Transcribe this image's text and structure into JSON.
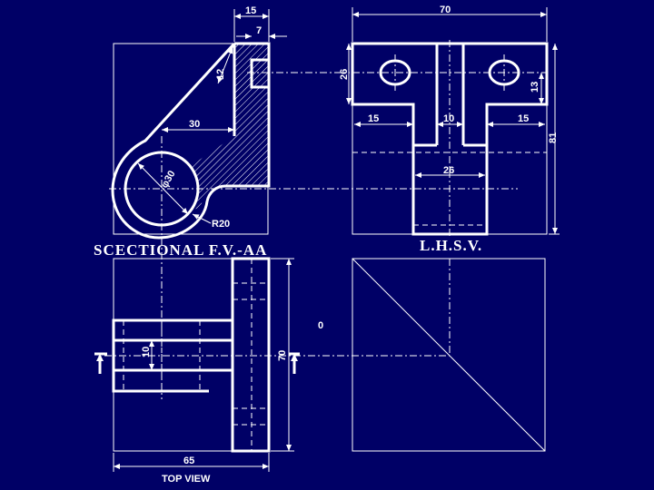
{
  "colors": {
    "background": "#000066",
    "lines": "#ffffff"
  },
  "labels": {
    "front_title": "SCECTIONAL F.V.-AA",
    "side_title": "L.H.S.V.",
    "top_title": "TOP VIEW",
    "origin": "0"
  },
  "dimensions": {
    "d15_top": "15",
    "d7": "7",
    "d12": "12",
    "d30": "30",
    "d_dia": "φ30",
    "d_r20": "R20",
    "d70_side": "70",
    "d26_side": "26",
    "d13": "13",
    "d15_left": "15",
    "d10_web": "10",
    "d15_right": "15",
    "d81": "81",
    "d26_base": "26",
    "d10_top": "10",
    "d70_top": "70",
    "d65": "65"
  }
}
